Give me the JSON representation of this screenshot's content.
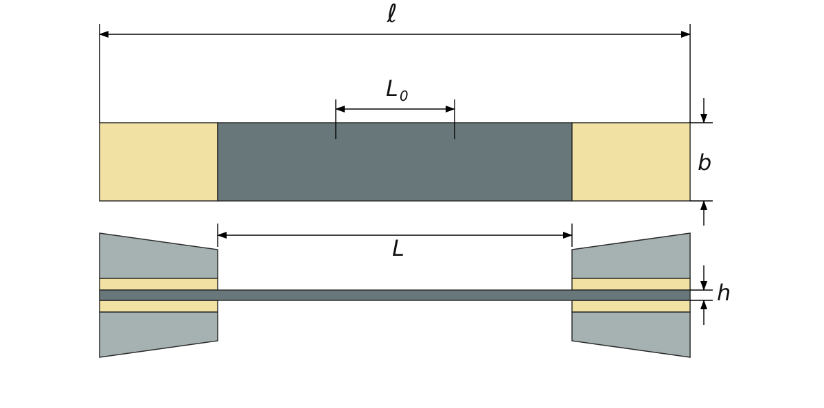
{
  "labels": {
    "overall_length": "ℓ",
    "gauge_length_base": "L",
    "gauge_length_sub": "0",
    "width": "b",
    "free_length": "L",
    "thickness": "h"
  },
  "colors": {
    "specimen": "#68777a",
    "end_tab": "#f1e1a3",
    "grip": "#a5b2b1",
    "outline": "#2b2b2b",
    "dimension_line": "#000000"
  }
}
